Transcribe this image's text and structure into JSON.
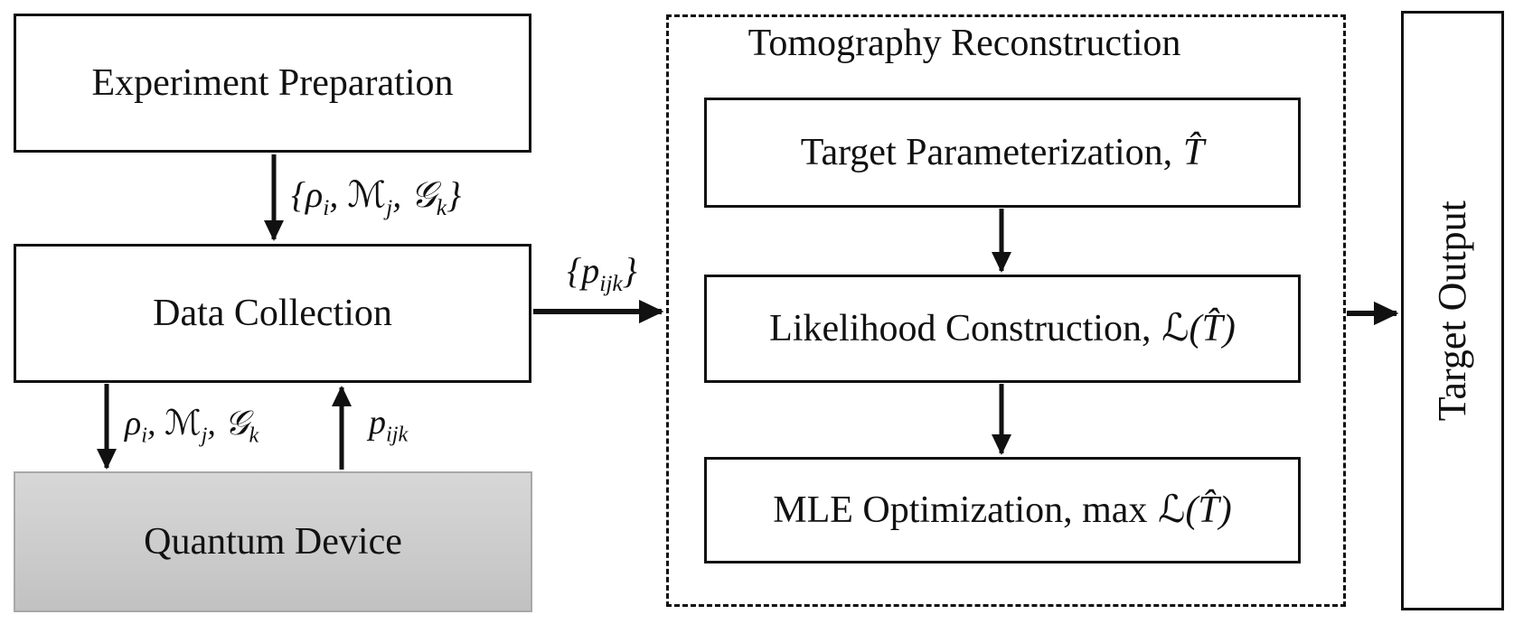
{
  "colors": {
    "line": "#111111",
    "box_background": "#ffffff",
    "quantum_device_fill_top": "#d7d7d7",
    "quantum_device_fill_bottom": "#c1c1c1",
    "quantum_device_border": "#a8a8a8"
  },
  "flowchart": {
    "nodes": {
      "experiment_preparation": {
        "label": "Experiment Preparation"
      },
      "data_collection": {
        "label": "Data Collection"
      },
      "quantum_device": {
        "label": "Quantum Device"
      },
      "target_parameterization": {
        "label": "Target Parameterization,",
        "math": "T̂"
      },
      "likelihood_construction": {
        "label": "Likelihood Construction,",
        "math": "ℒ(T̂)"
      },
      "mle_optimization": {
        "label": "MLE Optimization, max",
        "math": "ℒ(T̂)"
      },
      "target_output": {
        "label": "Target Output"
      }
    },
    "group": {
      "title": "Tomography Reconstruction"
    },
    "edge_labels": {
      "prep_to_data": "{ρ_i, ℳ_j, 𝒢_k}",
      "data_to_device": "ρ_i, ℳ_j, 𝒢_k",
      "device_to_data": "p_ijk",
      "data_to_tomography": "{p_ijk}"
    }
  }
}
